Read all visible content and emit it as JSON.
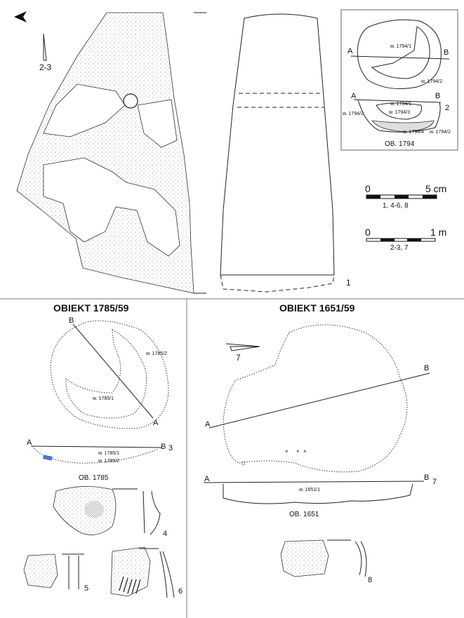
{
  "panel_1794": {
    "section_a": "A",
    "section_b": "B",
    "fill_1": "w. 1794/1",
    "fill_2": "w. 1794/2",
    "fill_3": "w. 1794/3",
    "fill_4": "w. 1794/4",
    "fig_no": "2",
    "caption": "OB. 1794"
  },
  "top_left": {
    "north_label": "2-3",
    "fig_no": "1"
  },
  "scales": {
    "cm": {
      "start": "0",
      "end": "5 cm",
      "note": "1, 4-6, 8"
    },
    "m": {
      "start": "0",
      "end": "1 m",
      "note": "2-3, 7"
    }
  },
  "obiekt_1785": {
    "heading": "OBIEKT 1785/59",
    "section_a": "A",
    "section_b": "B",
    "fill_1": "w. 1785/1",
    "fill_2": "w. 1785/2",
    "fig_no": "3",
    "caption": "OB. 1785",
    "finds": [
      "4",
      "5",
      "6"
    ]
  },
  "obiekt_1651": {
    "heading": "OBIEKT 1651/59",
    "north_label": "7",
    "section_a": "A",
    "section_b": "B",
    "fill_1": "w. 1651/1",
    "fig_no": "7",
    "caption": "OB. 1651",
    "finds": [
      "8"
    ]
  },
  "colors": {
    "ink": "#222222",
    "background": "#ffffff",
    "fill_marker": "#4a78c8"
  }
}
